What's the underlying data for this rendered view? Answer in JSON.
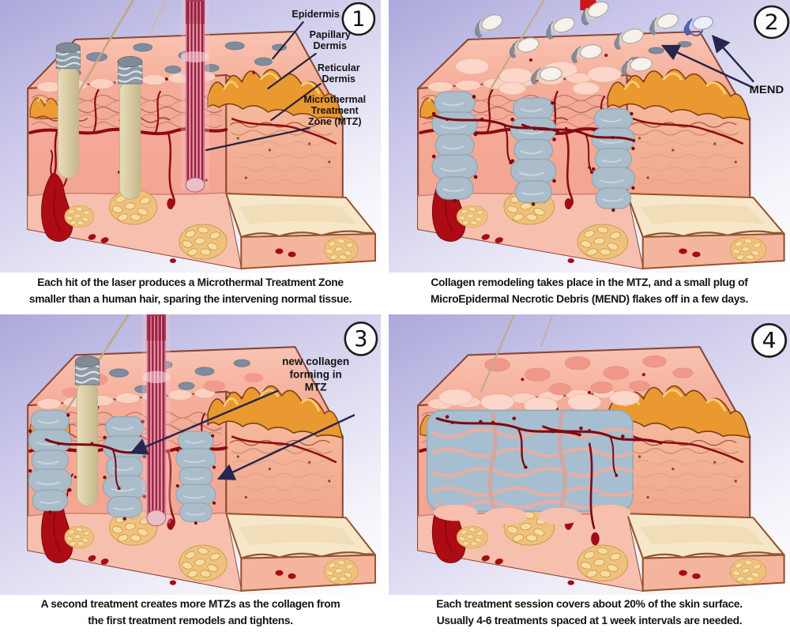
{
  "title": "Fractional laser skin treatment diagram (4 steps)",
  "palette": {
    "background_lavender": "#c6c3e8",
    "skin_pink": "#f2a492",
    "reticular_orange": "#ea9830",
    "blood_red": "#8f0a12",
    "fat_yellow": "#efc17d",
    "mtz_gray_blue": "#abbdca",
    "laser_pink": "#d4748a",
    "mend_white": "#f6f2eb",
    "text_black": "#141414"
  },
  "panels": [
    {
      "number": "1",
      "caption": {
        "line1": "Each hit of the laser produces a Microthermal Treatment Zone",
        "line2": "smaller than a human hair, sparing the intervening normal tissue."
      },
      "labels": {
        "epidermis": "Epidermis",
        "papillary_l1": "Papillary",
        "papillary_l2": "Dermis",
        "reticular_l1": "Reticular",
        "reticular_l2": "Dermis",
        "mtz_l1": "Microthermal",
        "mtz_l2": "Treatment",
        "mtz_l3": "Zone (MTZ)"
      }
    },
    {
      "number": "2",
      "caption": {
        "line1": "Collagen remodeling takes place in the MTZ, and a small plug of",
        "line2": "MicroEpidermal Necrotic Debris (MEND) flakes off in a few days."
      },
      "labels": {
        "mend": "MEND"
      }
    },
    {
      "number": "3",
      "caption": {
        "line1": "A second treatment creates more MTZs as the collagen from",
        "line2": "the first treatment remodels and tightens."
      },
      "labels": {
        "collagen_l1": "new collagen",
        "collagen_l2": "forming in",
        "collagen_l3": "MTZ"
      }
    },
    {
      "number": "4",
      "caption": {
        "line1": "Each treatment session covers about 20% of the skin surface.",
        "line2": "Usually 4-6 treatments spaced at 1 week intervals are needed."
      },
      "labels": {}
    }
  ]
}
